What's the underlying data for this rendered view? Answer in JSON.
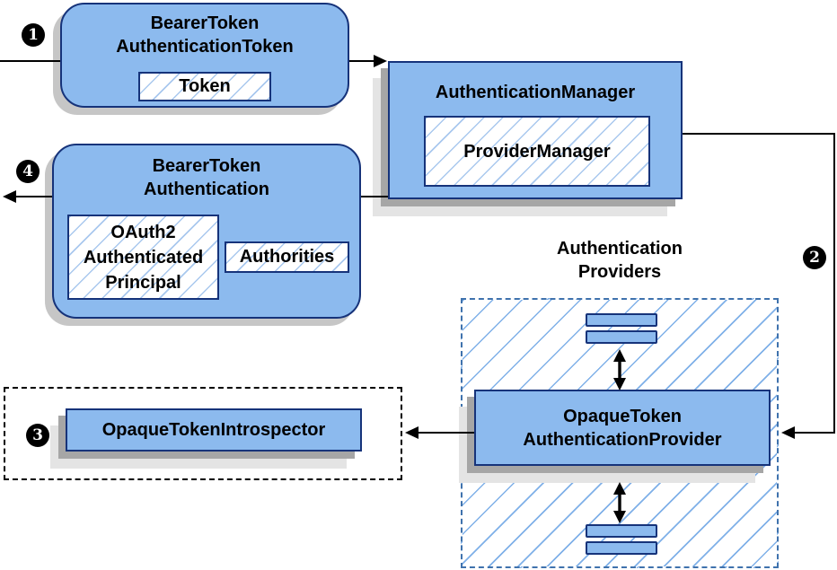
{
  "badges": {
    "step1": "1",
    "step2": "2",
    "step3": "3",
    "step4": "4"
  },
  "bearer_token_authentication_token": {
    "title_lines": [
      "BearerToken",
      "AuthenticationToken"
    ],
    "chip": "Token"
  },
  "authentication_manager": {
    "title": "AuthenticationManager",
    "chip": "ProviderManager"
  },
  "bearer_token_authentication": {
    "title_lines": [
      "BearerToken",
      "Authentication"
    ],
    "principal_chip_lines": [
      "OAuth2",
      "Authenticated",
      "Principal"
    ],
    "authorities_chip": "Authorities"
  },
  "authentication_providers": {
    "label_lines": [
      "Authentication",
      "Providers"
    ]
  },
  "opaque_token_authentication_provider": {
    "title_lines": [
      "OpaqueToken",
      "AuthenticationProvider"
    ]
  },
  "opaque_token_introspector": {
    "title": "OpaqueTokenIntrospector"
  },
  "colors": {
    "box_fill": "#8cbaee",
    "box_border": "#16337a",
    "chip_hatch_line": "#a9c8ee",
    "providers_hatch_line": "#7fb0e8",
    "providers_dashed_border": "#3f72ad",
    "introspector_dotted_border": "#000000",
    "connector": "#000000",
    "shadow_dark": "#a6a6a6",
    "shadow_light": "#e4e4e4",
    "rounded_shadow": "#c6c6c6",
    "badge_background": "#000000",
    "badge_text": "#ffffff"
  }
}
